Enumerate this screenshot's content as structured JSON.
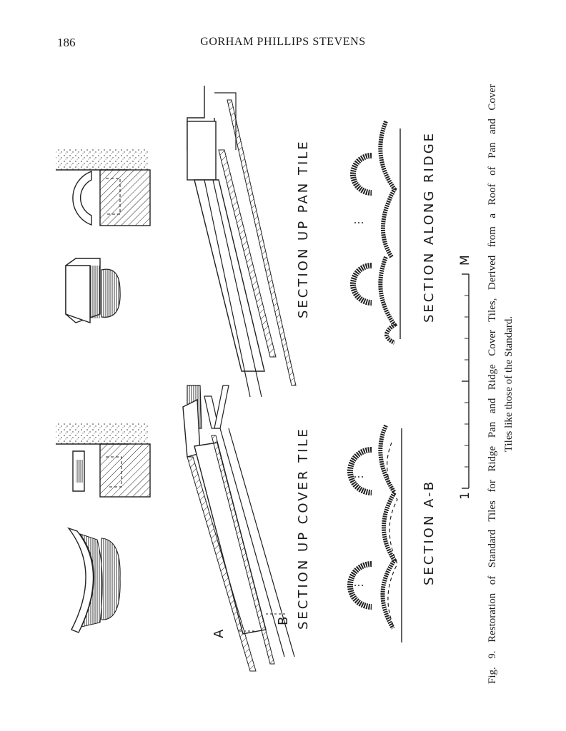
{
  "header": {
    "page_number": "186",
    "running_head": "GORHAM PHILLIPS STEVENS"
  },
  "figure": {
    "labels": {
      "section_up_cover_tile": "SECTION UP COVER TILE",
      "section_up_pan_tile": "SECTION UP PAN TILE",
      "section_a_b": "SECTION A-B",
      "section_along_ridge": "SECTION ALONG RIDGE",
      "marker_a": "A",
      "marker_b": "B"
    },
    "scale_bar": {
      "start_label": "1",
      "end_label": "M"
    }
  },
  "caption": {
    "fig_number": "Fig. 9.",
    "line1": "Restoration of Standard Tiles for Ridge Pan and Ridge Cover Tiles, Derived from a Roof of Pan and Cover",
    "line2": "Tiles like those of the Standard."
  }
}
